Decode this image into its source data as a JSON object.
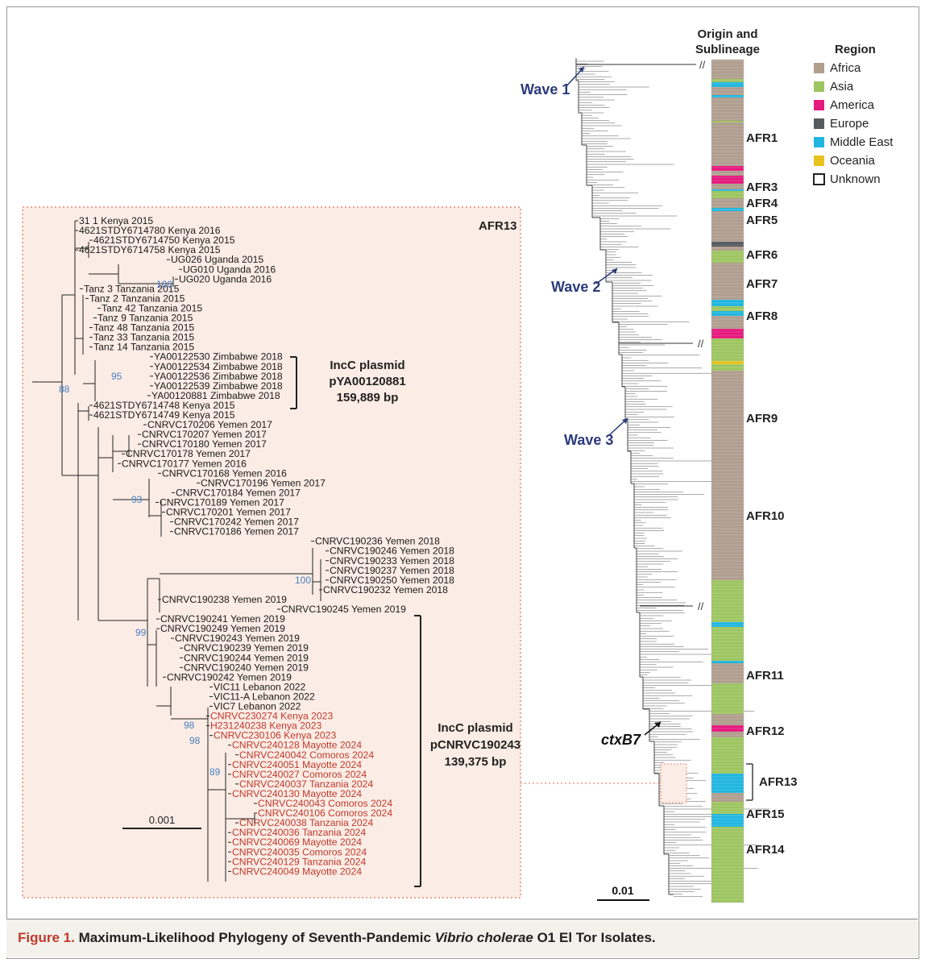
{
  "caption": {
    "figure_label": "Figure 1.",
    "title_part1": "Maximum-Likelihood Phylogeny of Seventh-Pandemic ",
    "title_italic": "Vibrio cholerae",
    "title_part2": " O1 El Tor Isolates."
  },
  "inset": {
    "label": "AFR13",
    "bootstrap": [
      "100",
      "95",
      "88",
      "93",
      "100",
      "99",
      "98",
      "98",
      "89"
    ],
    "scale_label": "0.001",
    "plasmid1": [
      "IncC plasmid",
      "pYA00120881",
      "159,889 bp"
    ],
    "plasmid2": [
      "IncC plasmid",
      "pCNRVC190243",
      "139,375 bp"
    ],
    "taxa": [
      "31 1 Kenya 2015",
      "4621STDY6714780 Kenya 2016",
      "4621STDY6714750 Kenya 2015",
      "4621STDY6714758 Kenya 2015",
      "UG026 Uganda 2015",
      "UG010 Uganda 2016",
      "UG020 Uganda 2016",
      "Tanz 3 Tanzania 2015",
      "Tanz 2 Tanzania 2015",
      "Tanz 42 Tanzania 2015",
      "Tanz 9 Tanzania 2015",
      "Tanz 48 Tanzania 2015",
      "Tanz 33 Tanzania 2015",
      "Tanz 14 Tanzania 2015",
      "YA00122530 Zimbabwe 2018",
      "YA00122534 Zimbabwe 2018",
      "YA00122536 Zimbabwe 2018",
      "YA00122539 Zimbabwe 2018",
      "YA00120881 Zimbabwe 2018",
      "4621STDY6714748 Kenya 2015",
      "4621STDY6714749 Kenya 2015",
      "CNRVC170206 Yemen 2017",
      "CNRVC170207 Yemen 2017",
      "CNRVC170180 Yemen 2017",
      "CNRVC170178 Yemen 2017",
      "CNRVC170177 Yemen 2016",
      "CNRVC170168 Yemen 2016",
      "CNRVC170196 Yemen 2017",
      "CNRVC170184 Yemen 2017",
      "CNRVC170189 Yemen 2017",
      "CNRVC170201 Yemen 2017",
      "CNRVC170242 Yemen 2017",
      "CNRVC170186 Yemen 2017",
      "CNRVC190236 Yemen 2018",
      "CNRVC190246 Yemen 2018",
      "CNRVC190233 Yemen 2018",
      "CNRVC190237 Yemen 2018",
      "CNRVC190250 Yemen 2018",
      "CNRVC190232 Yemen 2018",
      "CNRVC190238 Yemen 2019",
      "CNRVC190245 Yemen 2019",
      "CNRVC190241 Yemen 2019",
      "CNRVC190249 Yemen 2019",
      "CNRVC190243 Yemen 2019",
      "CNRVC190239 Yemen 2019",
      "CNRVC190244 Yemen 2019",
      "CNRVC190240 Yemen 2019",
      "CNRVC190242 Yemen 2019",
      "VIC11 Lebanon 2022",
      "VIC11-A Lebanon 2022",
      "VIC7 Lebanon 2022",
      "CNRVC230274 Kenya 2023",
      "H231240238 Kenya 2023",
      "CNRVC230106 Kenya 2023",
      "CNRVC240128 Mayotte 2024",
      "CNRVC240042 Comoros 2024",
      "CNRVC240051 Mayotte 2024",
      "CNRVC240027 Comoros 2024",
      "CNRVC240037 Tanzania 2024",
      "CNRVC240130 Mayotte 2024",
      "CNRVC240043 Comoros 2024",
      "CNRVC240106 Comoros 2024",
      "CNRVC240038 Tanzania 2024",
      "CNRVC240036 Tanzania 2024",
      "CNRVC240069 Mayotte 2024",
      "CNRVC240035 Comoros 2024",
      "CNRVC240129 Tanzania 2024",
      "CNRVC240049 Mayotte 2024"
    ]
  },
  "main_tree": {
    "waves": [
      "Wave 1",
      "Wave 2",
      "Wave 3"
    ],
    "ctx_label": "ctxB7",
    "scale_label": "0.01",
    "strip_header": [
      "Origin and",
      "Sublineage"
    ],
    "sublineages": [
      "AFR1",
      "AFR3",
      "AFR4",
      "AFR5",
      "AFR6",
      "AFR7",
      "AFR8",
      "AFR9",
      "AFR10",
      "AFR11",
      "AFR12",
      "AFR13",
      "AFR15",
      "AFR14"
    ]
  },
  "legend": {
    "title": "Region",
    "items": [
      {
        "label": "Africa",
        "color": "#b09e8e"
      },
      {
        "label": "Asia",
        "color": "#9dc560"
      },
      {
        "label": "America",
        "color": "#e6197e"
      },
      {
        "label": "Europe",
        "color": "#555a60"
      },
      {
        "label": "Middle East",
        "color": "#20b6e0"
      },
      {
        "label": "Oceania",
        "color": "#e8c320"
      },
      {
        "label": "Unknown",
        "color": "#ffffff"
      }
    ]
  },
  "colors": {
    "inset_bg": "#fbece5",
    "inset_border": "#e98a73",
    "highlight_taxa": "#c0392b",
    "bootstrap": "#4a7fc1",
    "wave": "#2b3a7a"
  }
}
